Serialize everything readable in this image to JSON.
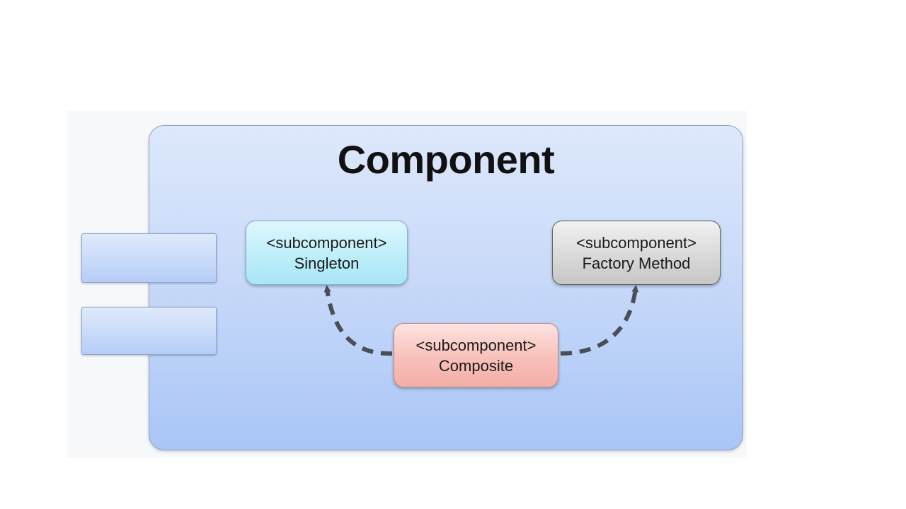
{
  "diagram": {
    "component_title": "Component",
    "subcomponents": {
      "singleton": {
        "stereotype": "<subcomponent>",
        "name": "Singleton"
      },
      "factory_method": {
        "stereotype": "<subcomponent>",
        "name": "Factory Method"
      },
      "composite": {
        "stereotype": "<subcomponent>",
        "name": "Composite"
      }
    },
    "connectors": [
      {
        "from": "Composite",
        "to": "Singleton",
        "style": "dashed-arrow"
      },
      {
        "from": "Composite",
        "to": "Factory Method",
        "style": "dashed-arrow"
      }
    ],
    "ports": [
      "",
      ""
    ]
  },
  "colors": {
    "component_fill": "#c9daf9",
    "singleton_fill": "#bdeef9",
    "factory_fill": "#d9d9d9",
    "composite_fill": "#f8c0ba",
    "connector": "#4a4e56"
  }
}
